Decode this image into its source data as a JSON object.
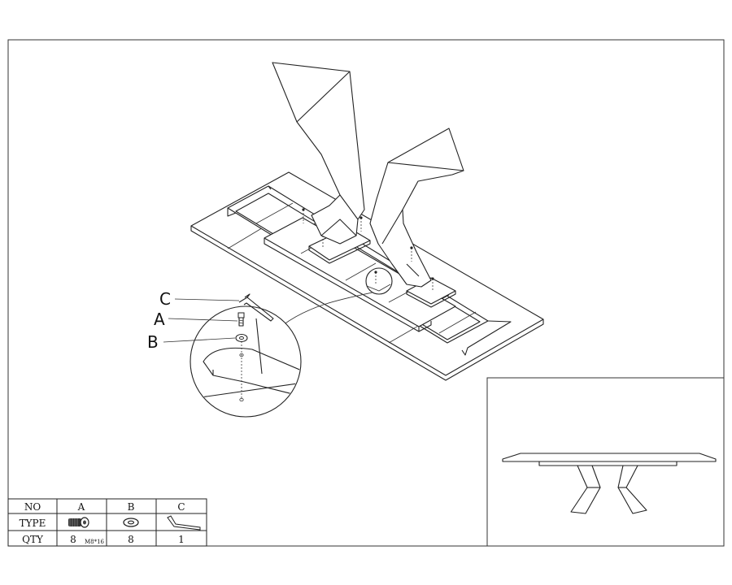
{
  "callouts": {
    "c": "C",
    "a": "A",
    "b": "B"
  },
  "parts_table": {
    "row_headers": [
      "NO",
      "TYPE",
      "QTY"
    ],
    "columns": [
      {
        "no": "A",
        "type_icon": "bolt-icon",
        "qty": "8",
        "note": "M8*16"
      },
      {
        "no": "B",
        "type_icon": "washer-icon",
        "qty": "8",
        "note": ""
      },
      {
        "no": "C",
        "type_icon": "allen-key-icon",
        "qty": "1",
        "note": ""
      }
    ]
  },
  "colors": {
    "stroke": "#222222",
    "background": "#ffffff"
  }
}
